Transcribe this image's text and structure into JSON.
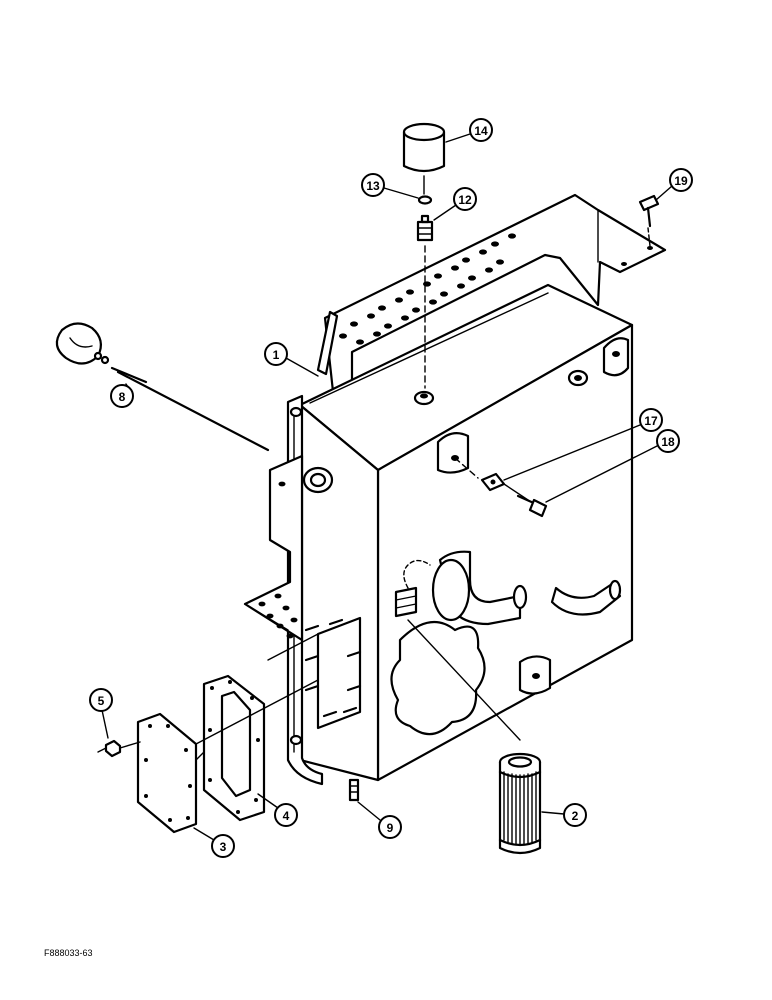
{
  "figure_id": "F888033-63",
  "callouts": [
    {
      "label": "1"
    },
    {
      "label": "2"
    },
    {
      "label": "3"
    },
    {
      "label": "4"
    },
    {
      "label": "5"
    },
    {
      "label": "8"
    },
    {
      "label": "9"
    },
    {
      "label": "12"
    },
    {
      "label": "13"
    },
    {
      "label": "14"
    },
    {
      "label": "17"
    },
    {
      "label": "18"
    },
    {
      "label": "19"
    }
  ]
}
